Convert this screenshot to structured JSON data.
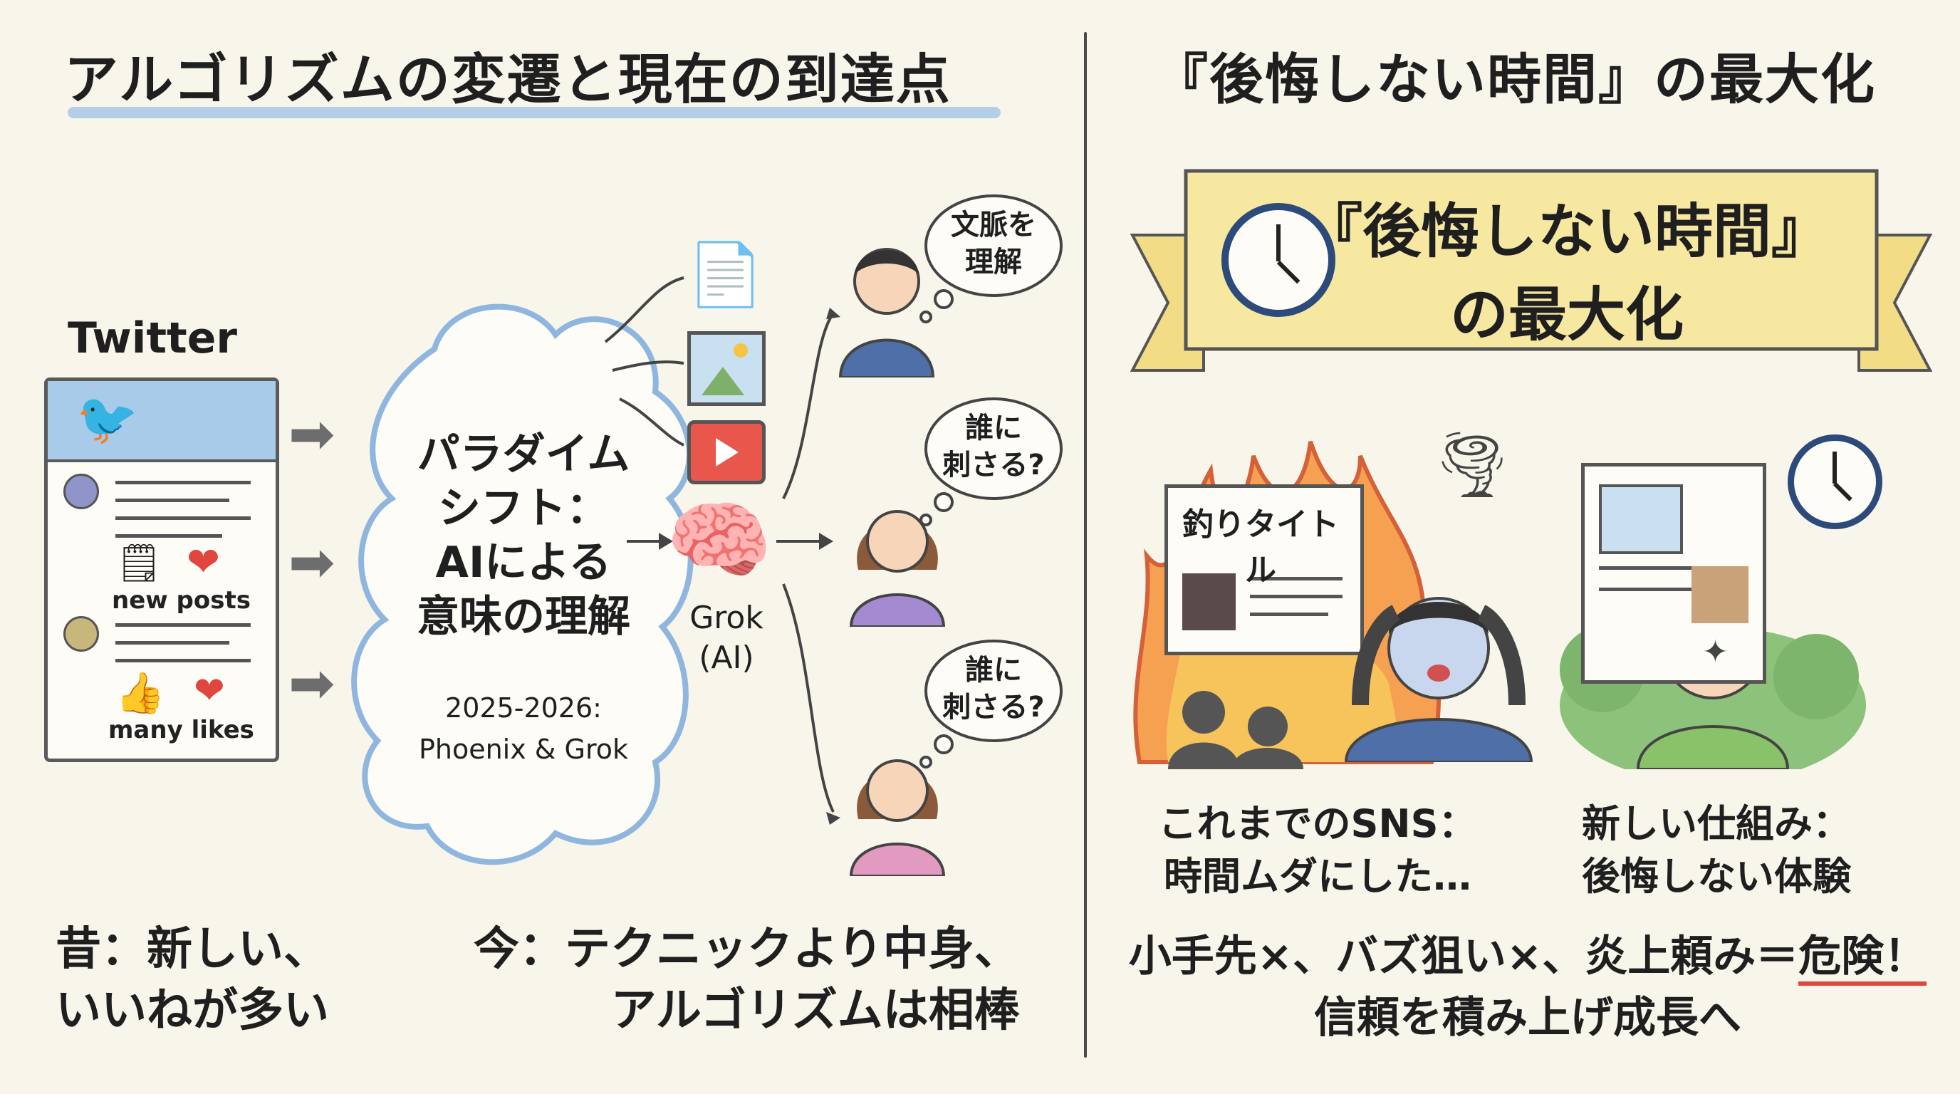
{
  "left_title": "アルゴリズムの変遷と現在の到達点",
  "right_title": "『後悔しない時間』の最大化",
  "twitter": {
    "label": "Twitter",
    "tag_new": "new posts",
    "tag_likes": "many likes"
  },
  "cloud": {
    "line1": "パラダイム",
    "line2": "シフト：",
    "line3": "AIによる",
    "line4": "意味の理解",
    "sub1": "2025-2026:",
    "sub2": "Phoenix & Grok"
  },
  "grok": {
    "line1": "Grok",
    "line2": "(AI)"
  },
  "bubbles": [
    {
      "line1": "文脈を",
      "line2": "理解"
    },
    {
      "line1": "誰に",
      "line2": "刺さる?"
    },
    {
      "line1": "誰に",
      "line2": "刺さる?"
    }
  ],
  "bottom_left": {
    "past_line1": "昔：新しい、",
    "past_line2": "いいねが多い",
    "now_line1": "今：テクニックより中身、",
    "now_line2": "アルゴリズムは相棒"
  },
  "banner": {
    "line1": "『後悔しない時間』",
    "line2": "の最大化"
  },
  "tsuri_title": "釣りタイトル",
  "old_caption": {
    "line1": "これまでのSNS：",
    "line2": "時間ムダにした…"
  },
  "new_caption": {
    "line1": "新しい仕組み：",
    "line2": "後悔しない体験"
  },
  "bottom_right": {
    "line1_prefix": "小手先×、バズ狙い×、炎上頼み＝",
    "line1_danger": "危険！",
    "line2": "信頼を積み上げ成長へ"
  },
  "colors": {
    "background": "#f8f5ea",
    "twitter_blue": "#a9cbea",
    "banner_yellow": "#f6e7a1",
    "fire": "#f2883a",
    "danger_underline": "#e0463e"
  },
  "icons": [
    "bird-icon",
    "heart-icon",
    "thumbs-up-icon",
    "document-icon",
    "image-icon",
    "video-icon",
    "brain-icon",
    "clock-icon",
    "tornado-icon",
    "sparkle-icon"
  ]
}
